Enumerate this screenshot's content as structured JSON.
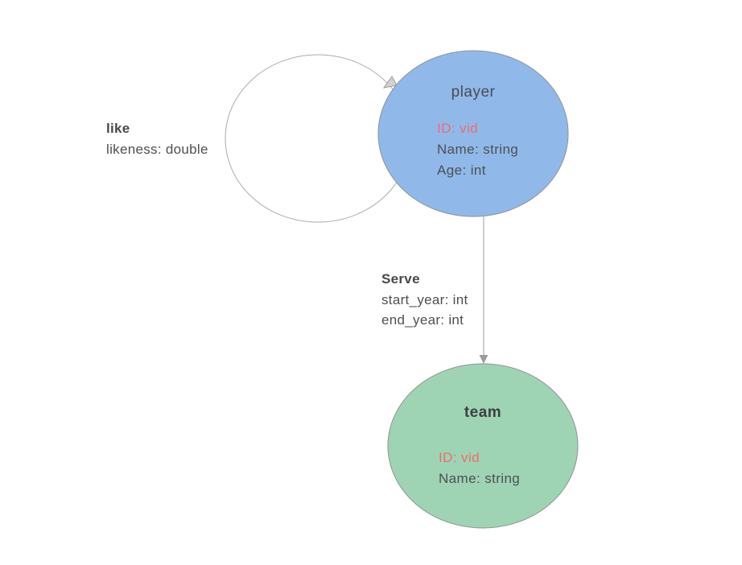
{
  "diagram": {
    "background": "#ffffff",
    "nodes": [
      {
        "id": "player",
        "title": "player",
        "fill": "#90b9ea",
        "border": "#909295",
        "id_property": "ID: vid",
        "properties": [
          "Name: string",
          "Age: int"
        ]
      },
      {
        "id": "team",
        "title": "team",
        "fill": "#9ed4b4",
        "border": "#909295",
        "id_property": "ID: vid",
        "properties": [
          "Name: string"
        ]
      }
    ],
    "edges": [
      {
        "id": "like",
        "title": "like",
        "properties": [
          "likeness: double"
        ],
        "from": "player",
        "to": "player"
      },
      {
        "id": "serve",
        "title": "Serve",
        "properties": [
          "start_year: int",
          "end_year: int"
        ],
        "from": "player",
        "to": "team"
      }
    ],
    "colors": {
      "id_text": "#ee6c6e",
      "property_text": "#4e4f52",
      "loop_line": "#ababab",
      "edge_line": "#9b9b9b",
      "arrowhead_fill": "#d2d2d2",
      "arrowhead_stroke": "#9a9a9a"
    }
  }
}
